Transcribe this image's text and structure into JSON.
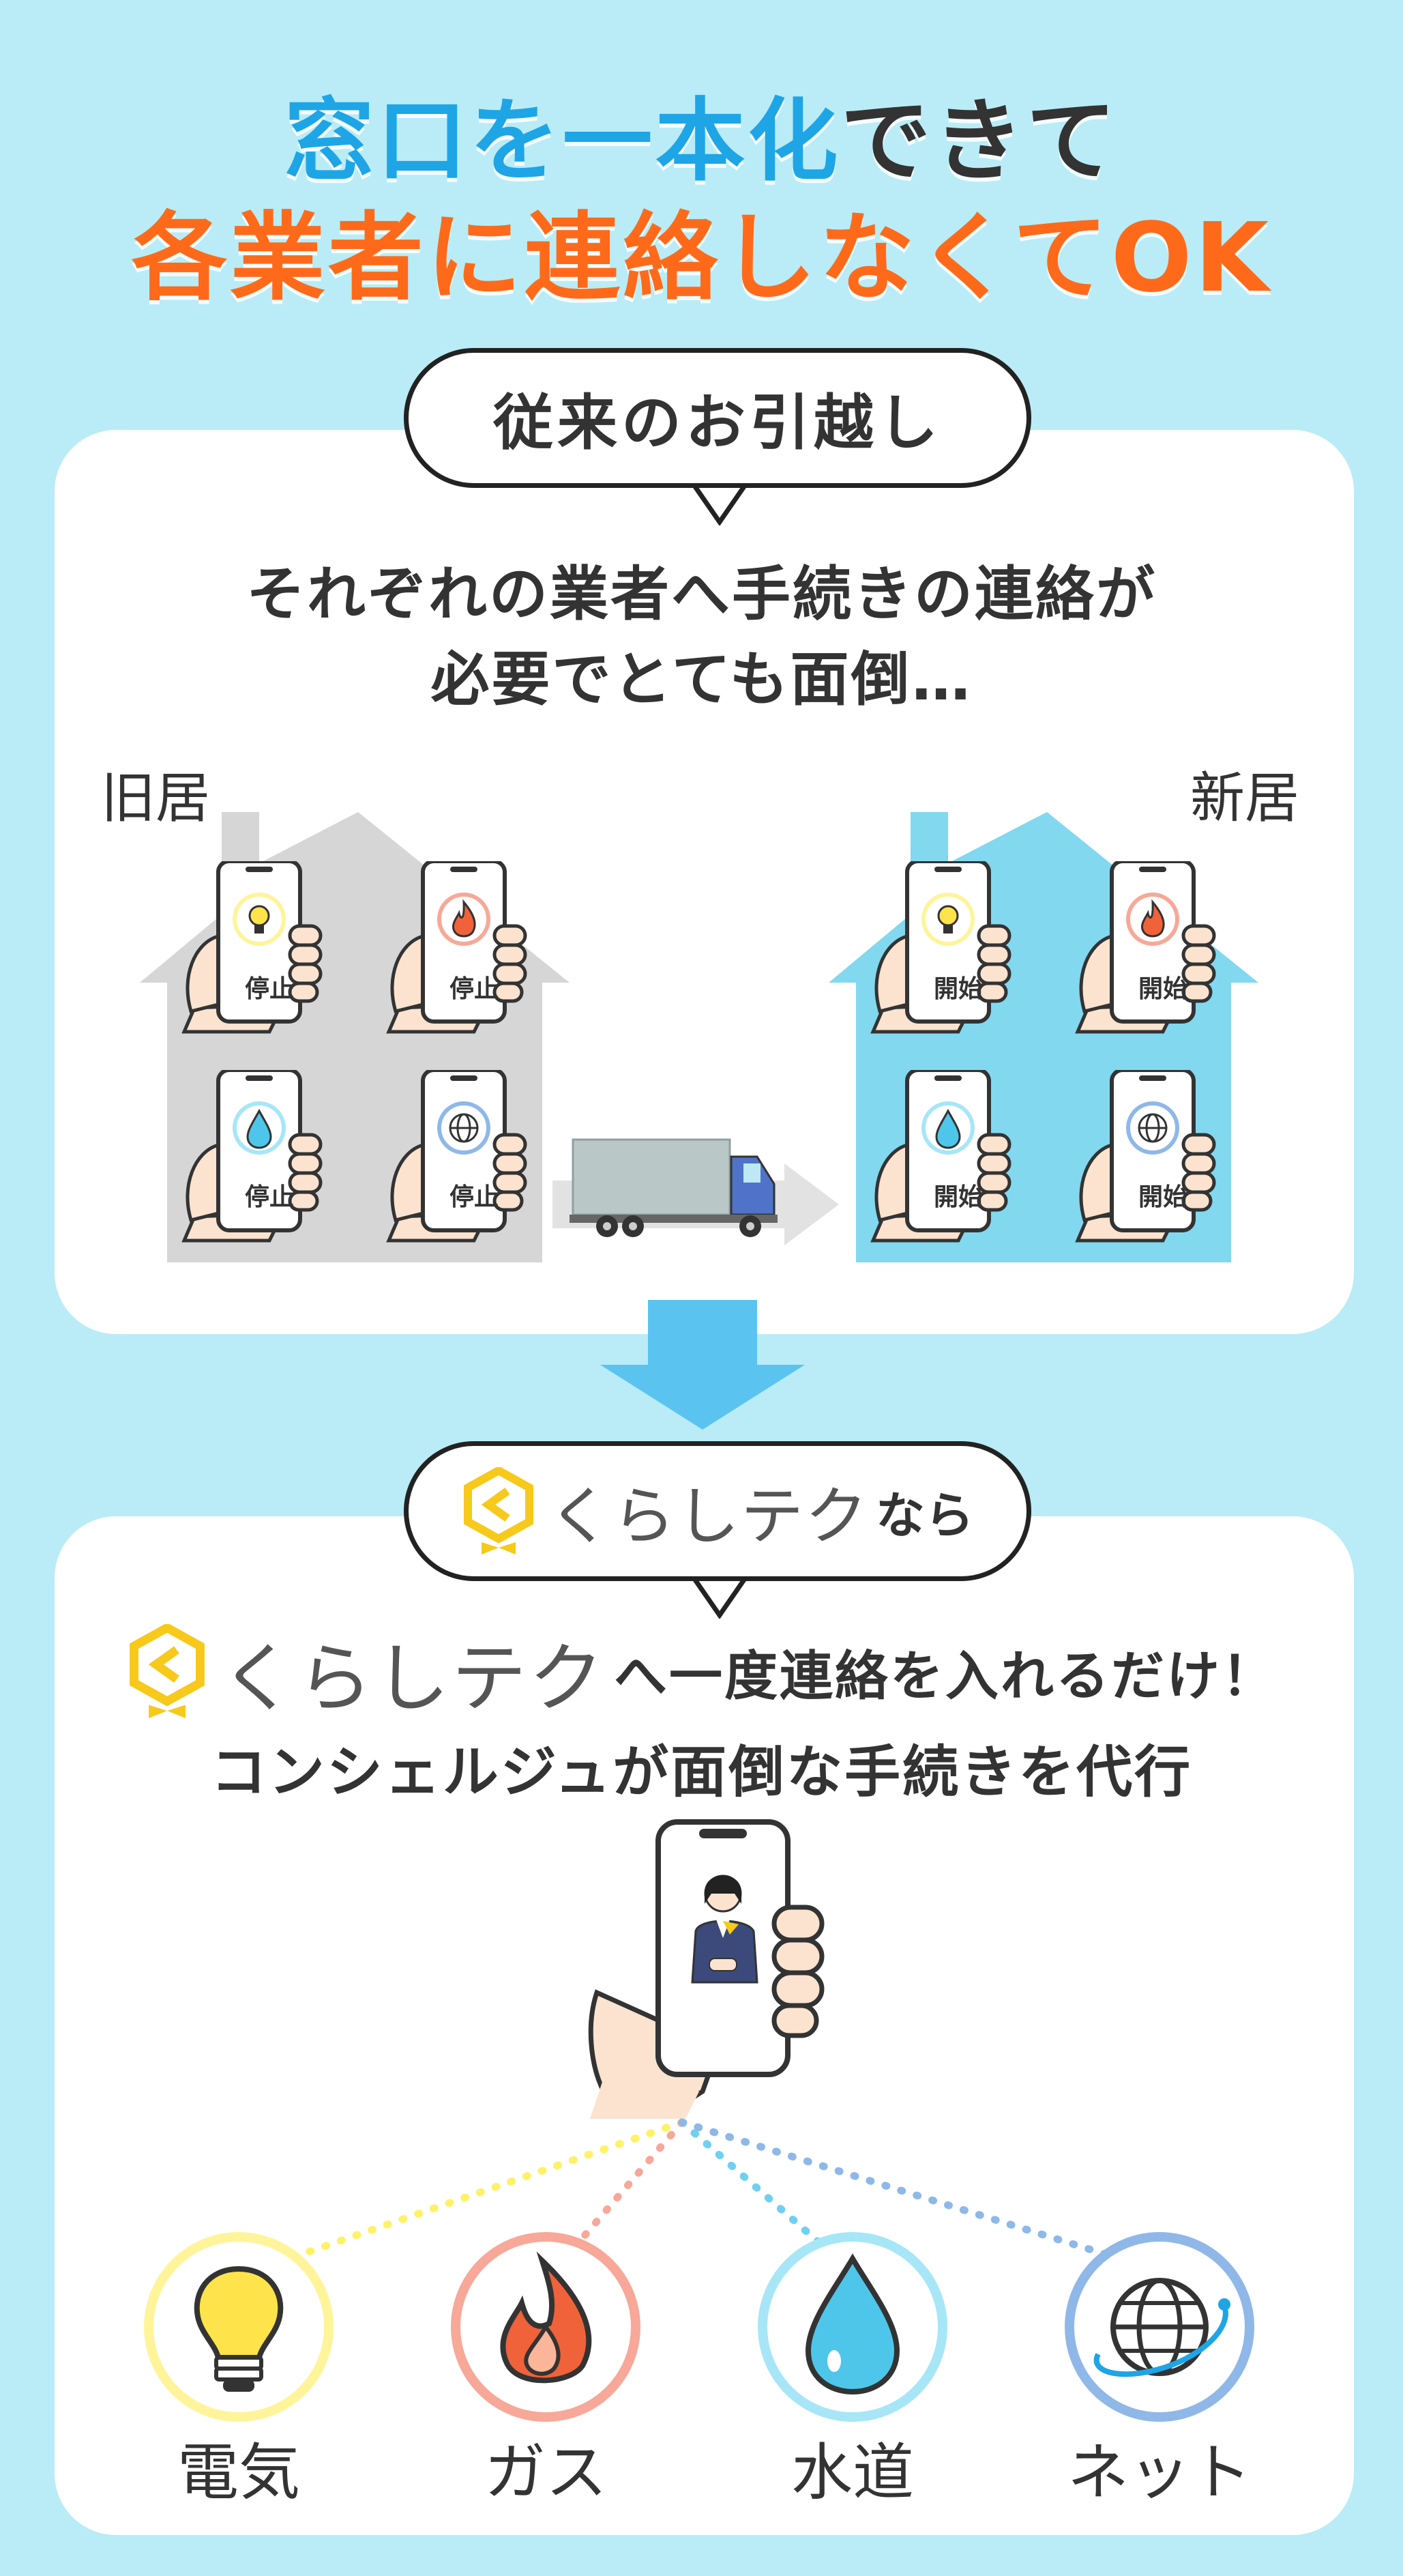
{
  "headline": {
    "line1_blue": "窓口を一本化",
    "line1_dark": "できて",
    "line2": "各業者に連絡しなくてOK"
  },
  "traditional": {
    "pill_label": "従来のお引越し",
    "desc_line1": "それぞれの業者へ手続きの連絡が",
    "desc_line2": "必要でとても面倒…",
    "old_home_label": "旧居",
    "new_home_label": "新居",
    "stop_label": "停止",
    "start_label": "開始"
  },
  "kurashitech": {
    "pill_brand": "くらしテク",
    "pill_suffix": "なら",
    "brand": "くらしテク",
    "line1_suffix": "へ一度連絡を入れるだけ！",
    "line2": "コンシェルジュが面倒な手続きを代行"
  },
  "services": [
    {
      "label": "電気",
      "icon": "lightbulb-icon"
    },
    {
      "label": "ガス",
      "icon": "flame-icon"
    },
    {
      "label": "水道",
      "icon": "water-drop-icon"
    },
    {
      "label": "ネット",
      "icon": "globe-icon"
    }
  ],
  "colors": {
    "background": "#b9ecf6",
    "accent_blue": "#1ea5e6",
    "accent_orange": "#ff6a1a",
    "old_house": "#d6d6d6",
    "new_house": "#82d8ef",
    "electric": "#fff49a",
    "gas": "#f7a898",
    "water": "#a7e6f7",
    "net": "#8fb8e8"
  }
}
